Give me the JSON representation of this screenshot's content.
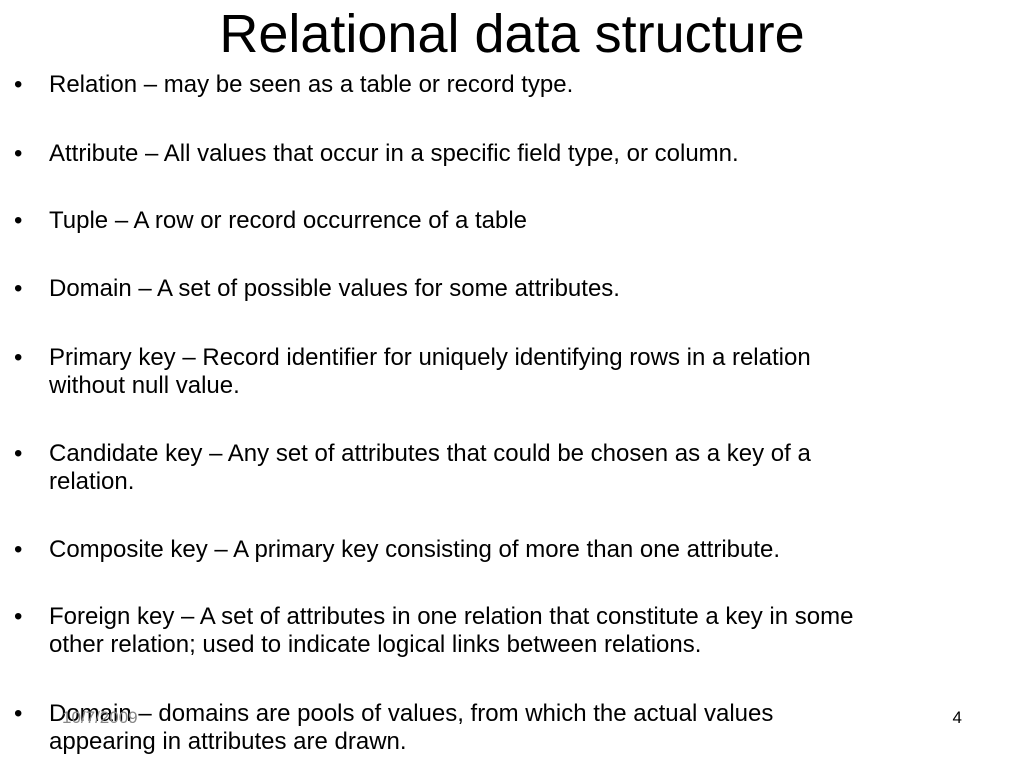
{
  "slide": {
    "title": "Relational data structure",
    "bullet_symbol": "•",
    "bullets": [
      {
        "lines": [
          "Relation – may be seen as a table or record type."
        ]
      },
      {
        "lines": [
          "Attribute – All values that occur in a specific field type, or column."
        ]
      },
      {
        "lines": [
          "Tuple – A row or record occurrence of a table"
        ]
      },
      {
        "lines": [
          "Domain – A set of possible values for some attributes."
        ]
      },
      {
        "lines": [
          "Primary key – Record identifier for uniquely identifying rows in a relation",
          "without null value."
        ]
      },
      {
        "lines": [
          "Candidate key – Any set of attributes that could be chosen as a key of a",
          "relation."
        ]
      },
      {
        "lines": [
          "Composite key – A primary key consisting of more than one attribute."
        ]
      },
      {
        "lines": [
          "Foreign key – A set of attributes in one relation that constitute a key in some",
          "other relation; used to indicate logical links between relations."
        ]
      },
      {
        "lines": [
          "Domain – domains are pools of values, from which the actual values",
          "appearing in attributes are drawn."
        ]
      }
    ],
    "footer": {
      "date": "10/7/2009",
      "page_number": "4"
    }
  }
}
